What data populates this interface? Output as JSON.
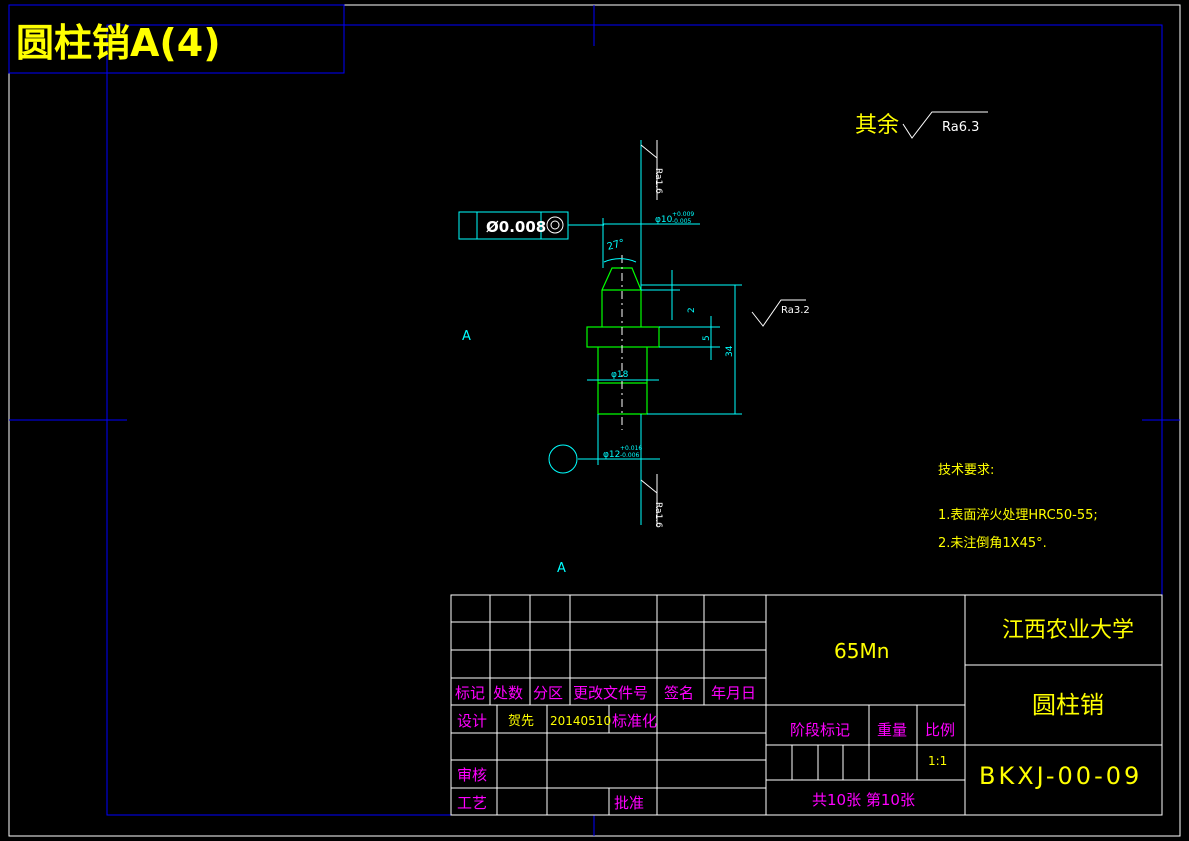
{
  "title_block_corner": "圆柱销A(4)",
  "roughness_general": {
    "prefix": "其余",
    "value": "Ra6.3"
  },
  "section_labels": [
    "A",
    "A"
  ],
  "part_drawing": {
    "tolerance_frame": {
      "value": "Ø0.008",
      "symbol": "◎"
    },
    "chamfer_angle": "27°",
    "dims": {
      "top_dia": "φ10",
      "top_dia_tol_upper": "+0.009",
      "top_dia_tol_lower": "-0.005",
      "collar_dia": "φ18",
      "bottom_dia": "φ12",
      "bottom_dia_tol_upper": "+0.016",
      "bottom_dia_tol_lower": "-0.006",
      "height_2": "2",
      "height_5": "5",
      "height_34": "34"
    },
    "roughness": {
      "top": "Ra1.6",
      "side": "Ra3.2",
      "bottom": "Ra1.6"
    }
  },
  "tech_requirements": {
    "heading": "技术要求:",
    "items": [
      "1.表面淬火处理HRC50-55;",
      "2.未注倒角1X45°."
    ]
  },
  "title_block": {
    "material": "65Mn",
    "school": "江西农业大学",
    "part_name": "圆柱销",
    "drawing_no": "BKXJ-00-09",
    "headers": [
      "标记",
      "处数",
      "分区",
      "更改文件号",
      "签名",
      "年月日"
    ],
    "design_label": "设计",
    "designer": "贺先",
    "date": "20140510",
    "standardize": "标准化",
    "stage_mark": "阶段标记",
    "weight": "重量",
    "scale_label": "比例",
    "scale": "1:1",
    "review": "审核",
    "process": "工艺",
    "approve": "批准",
    "sheets": "共10张 第10张"
  },
  "colors": {
    "frame": "#0000ff",
    "title_text": "#ffff00",
    "part_outline": "#00ff00",
    "dimension": "#00ffff",
    "magenta": "#ff00ff",
    "white": "#ffffff"
  }
}
